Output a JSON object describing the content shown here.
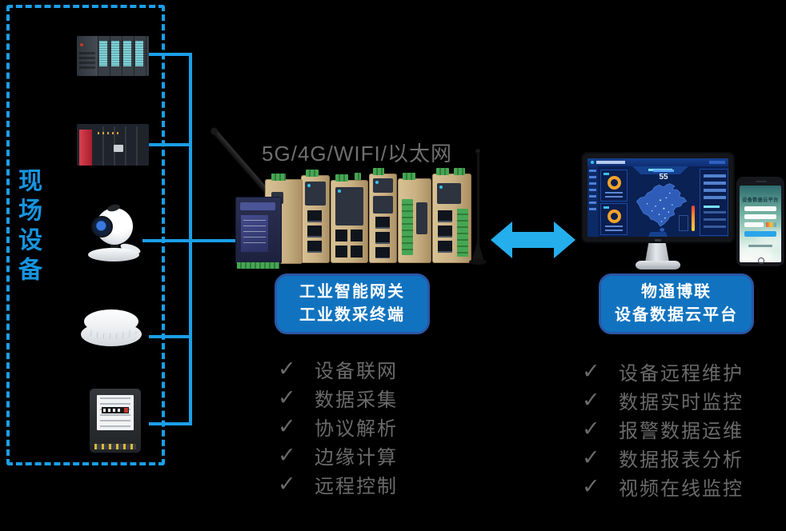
{
  "page": {
    "background": "#000000"
  },
  "icons": {
    "check": "✓"
  },
  "field_box": {
    "label": "现场设备"
  },
  "network": {
    "label": "5G/4G/WIFI/以太网"
  },
  "gateway_tag": {
    "line1": "工业智能网关",
    "line2": "工业数采终端"
  },
  "gateway_features": [
    "设备联网",
    "数据采集",
    "协议解析",
    "边缘计算",
    "远程控制"
  ],
  "cloud_tag": {
    "line1": "物通博联",
    "line2": "设备数据云平台"
  },
  "cloud_features": [
    "设备远程维护",
    "数据实时监控",
    "报警数据运维",
    "数据报表分析",
    "视频在线监控"
  ],
  "dashboard": {
    "headline_number": "55"
  },
  "phone": {
    "title": "设备数据云平台"
  },
  "colors": {
    "accent_blue": "#1B9FE9",
    "arrow_blue": "#25AEEC",
    "tag_fill": "#1173BF",
    "tag_border": "#2B57A6",
    "feature_text_gray": "#6A6A6A",
    "network_text_gray": "#6F6F6F",
    "dashboard_navy": "#0A2154",
    "donut_orange": "#F1A32B"
  }
}
